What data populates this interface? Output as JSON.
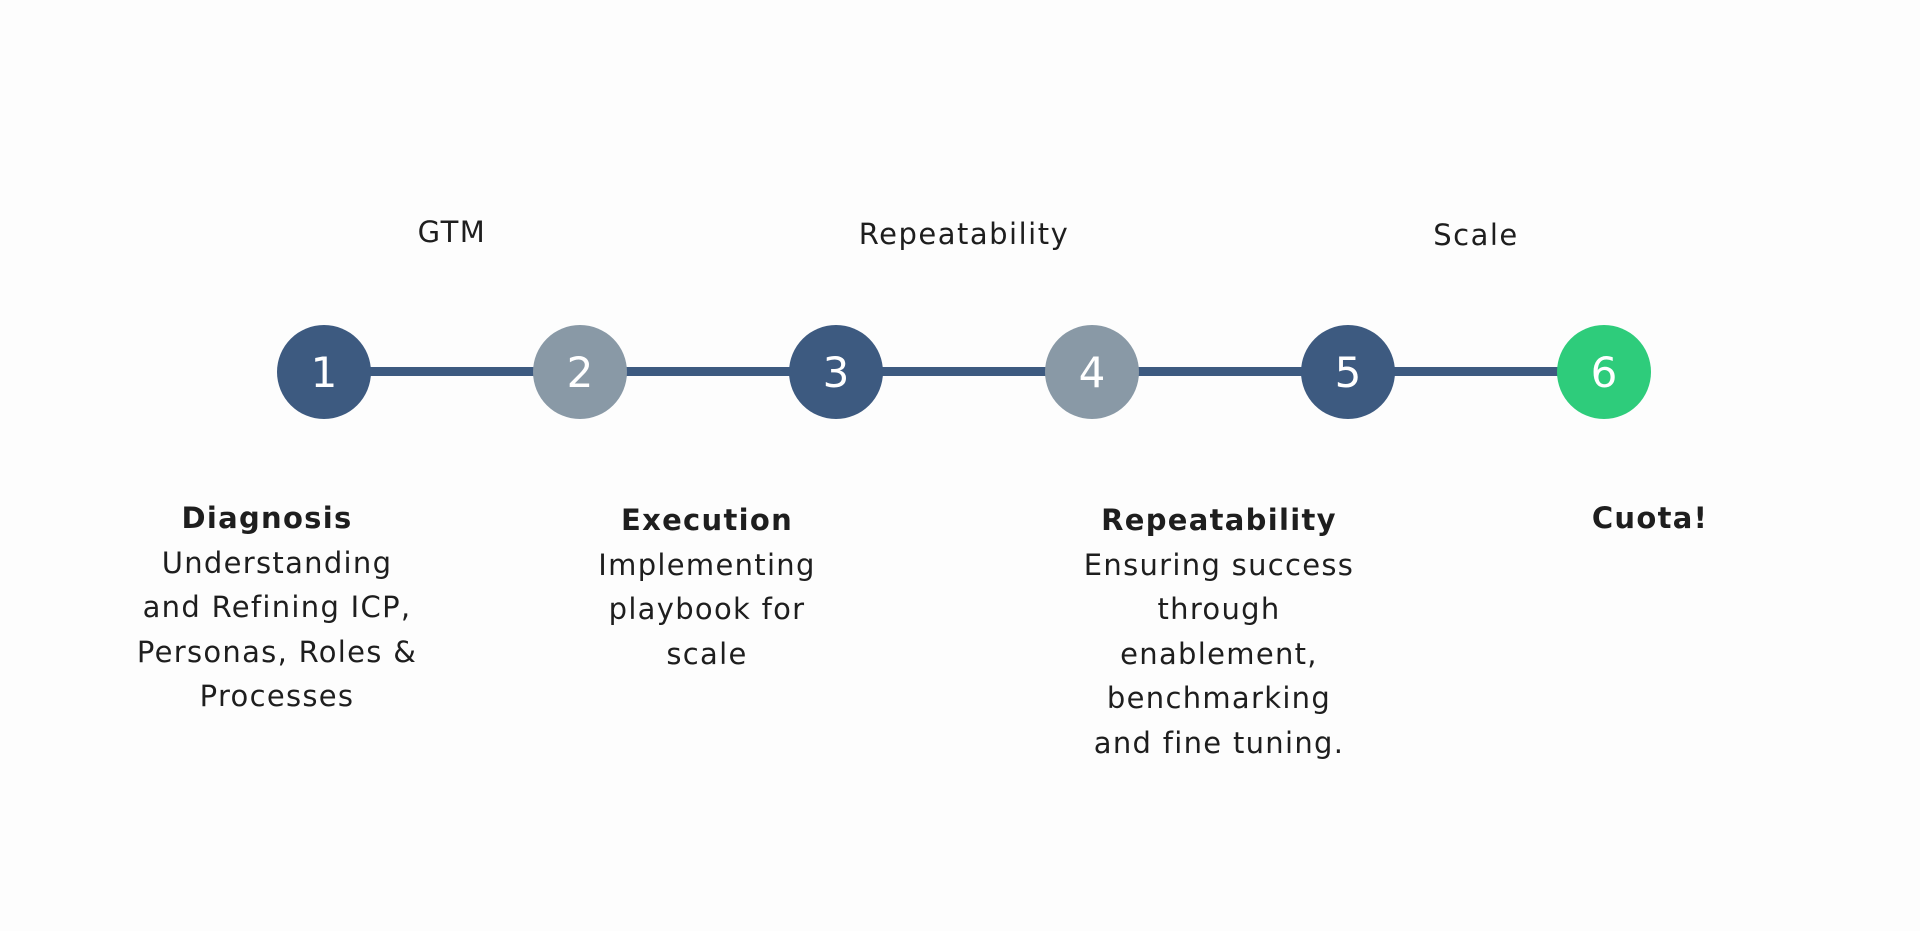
{
  "phases": [
    {
      "label": "GTM"
    },
    {
      "label": "Repeatability"
    },
    {
      "label": "Scale"
    }
  ],
  "colors": {
    "dark": "#3d5a80",
    "grey": "#8999a6",
    "green": "#2ecc7b",
    "line": "#3d5a80"
  },
  "steps": [
    {
      "number": "1",
      "color": "dark"
    },
    {
      "number": "2",
      "color": "grey"
    },
    {
      "number": "3",
      "color": "dark"
    },
    {
      "number": "4",
      "color": "grey"
    },
    {
      "number": "5",
      "color": "dark"
    },
    {
      "number": "6",
      "color": "green"
    }
  ],
  "captions": [
    {
      "title": "Diagnosis",
      "lines": [
        "Understanding",
        "and Refining ICP,",
        "Personas, Roles &",
        "Processes"
      ]
    },
    {
      "title": "Execution",
      "lines": [
        "Implementing",
        "playbook for",
        "scale"
      ]
    },
    {
      "title": "Repeatability",
      "lines": [
        "Ensuring success",
        "through",
        "enablement,",
        "benchmarking",
        "and fine tuning."
      ]
    },
    {
      "title": "Cuota!",
      "lines": []
    }
  ]
}
